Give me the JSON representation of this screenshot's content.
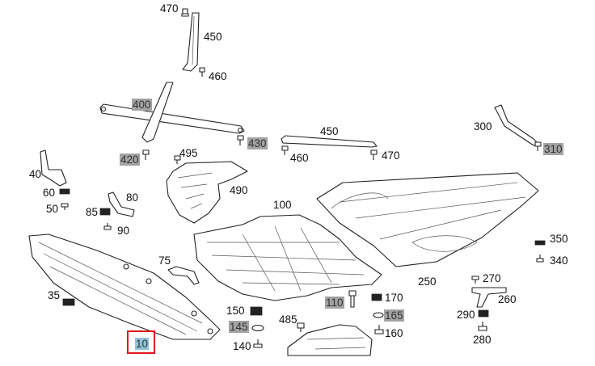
{
  "diagram": {
    "labels": {
      "p470a": "470",
      "p450a": "450",
      "p460a": "460",
      "p400": "400",
      "p420": "420",
      "p495": "495",
      "p490": "490",
      "p430": "430",
      "p450b": "450",
      "p460b": "460",
      "p470b": "470",
      "p300": "300",
      "p310": "310",
      "p40": "40",
      "p60": "60",
      "p50": "50",
      "p80": "80",
      "p85": "85",
      "p90": "90",
      "p100": "100",
      "p75": "75",
      "p35": "35",
      "p250": "250",
      "p350": "350",
      "p340": "340",
      "p270": "270",
      "p260": "260",
      "p290": "290",
      "p280": "280",
      "p110": "110",
      "p170": "170",
      "p165": "165",
      "p160": "160",
      "p150": "150",
      "p145": "145",
      "p485": "485",
      "p140": "140",
      "p10": "10"
    },
    "highlighted": [
      "400",
      "420",
      "430",
      "310",
      "110",
      "165",
      "145"
    ],
    "selected": "10",
    "colors": {
      "highlight": "#a3a3a3",
      "selected": "#8fc2d9",
      "selection_box": "#e2141d"
    }
  }
}
